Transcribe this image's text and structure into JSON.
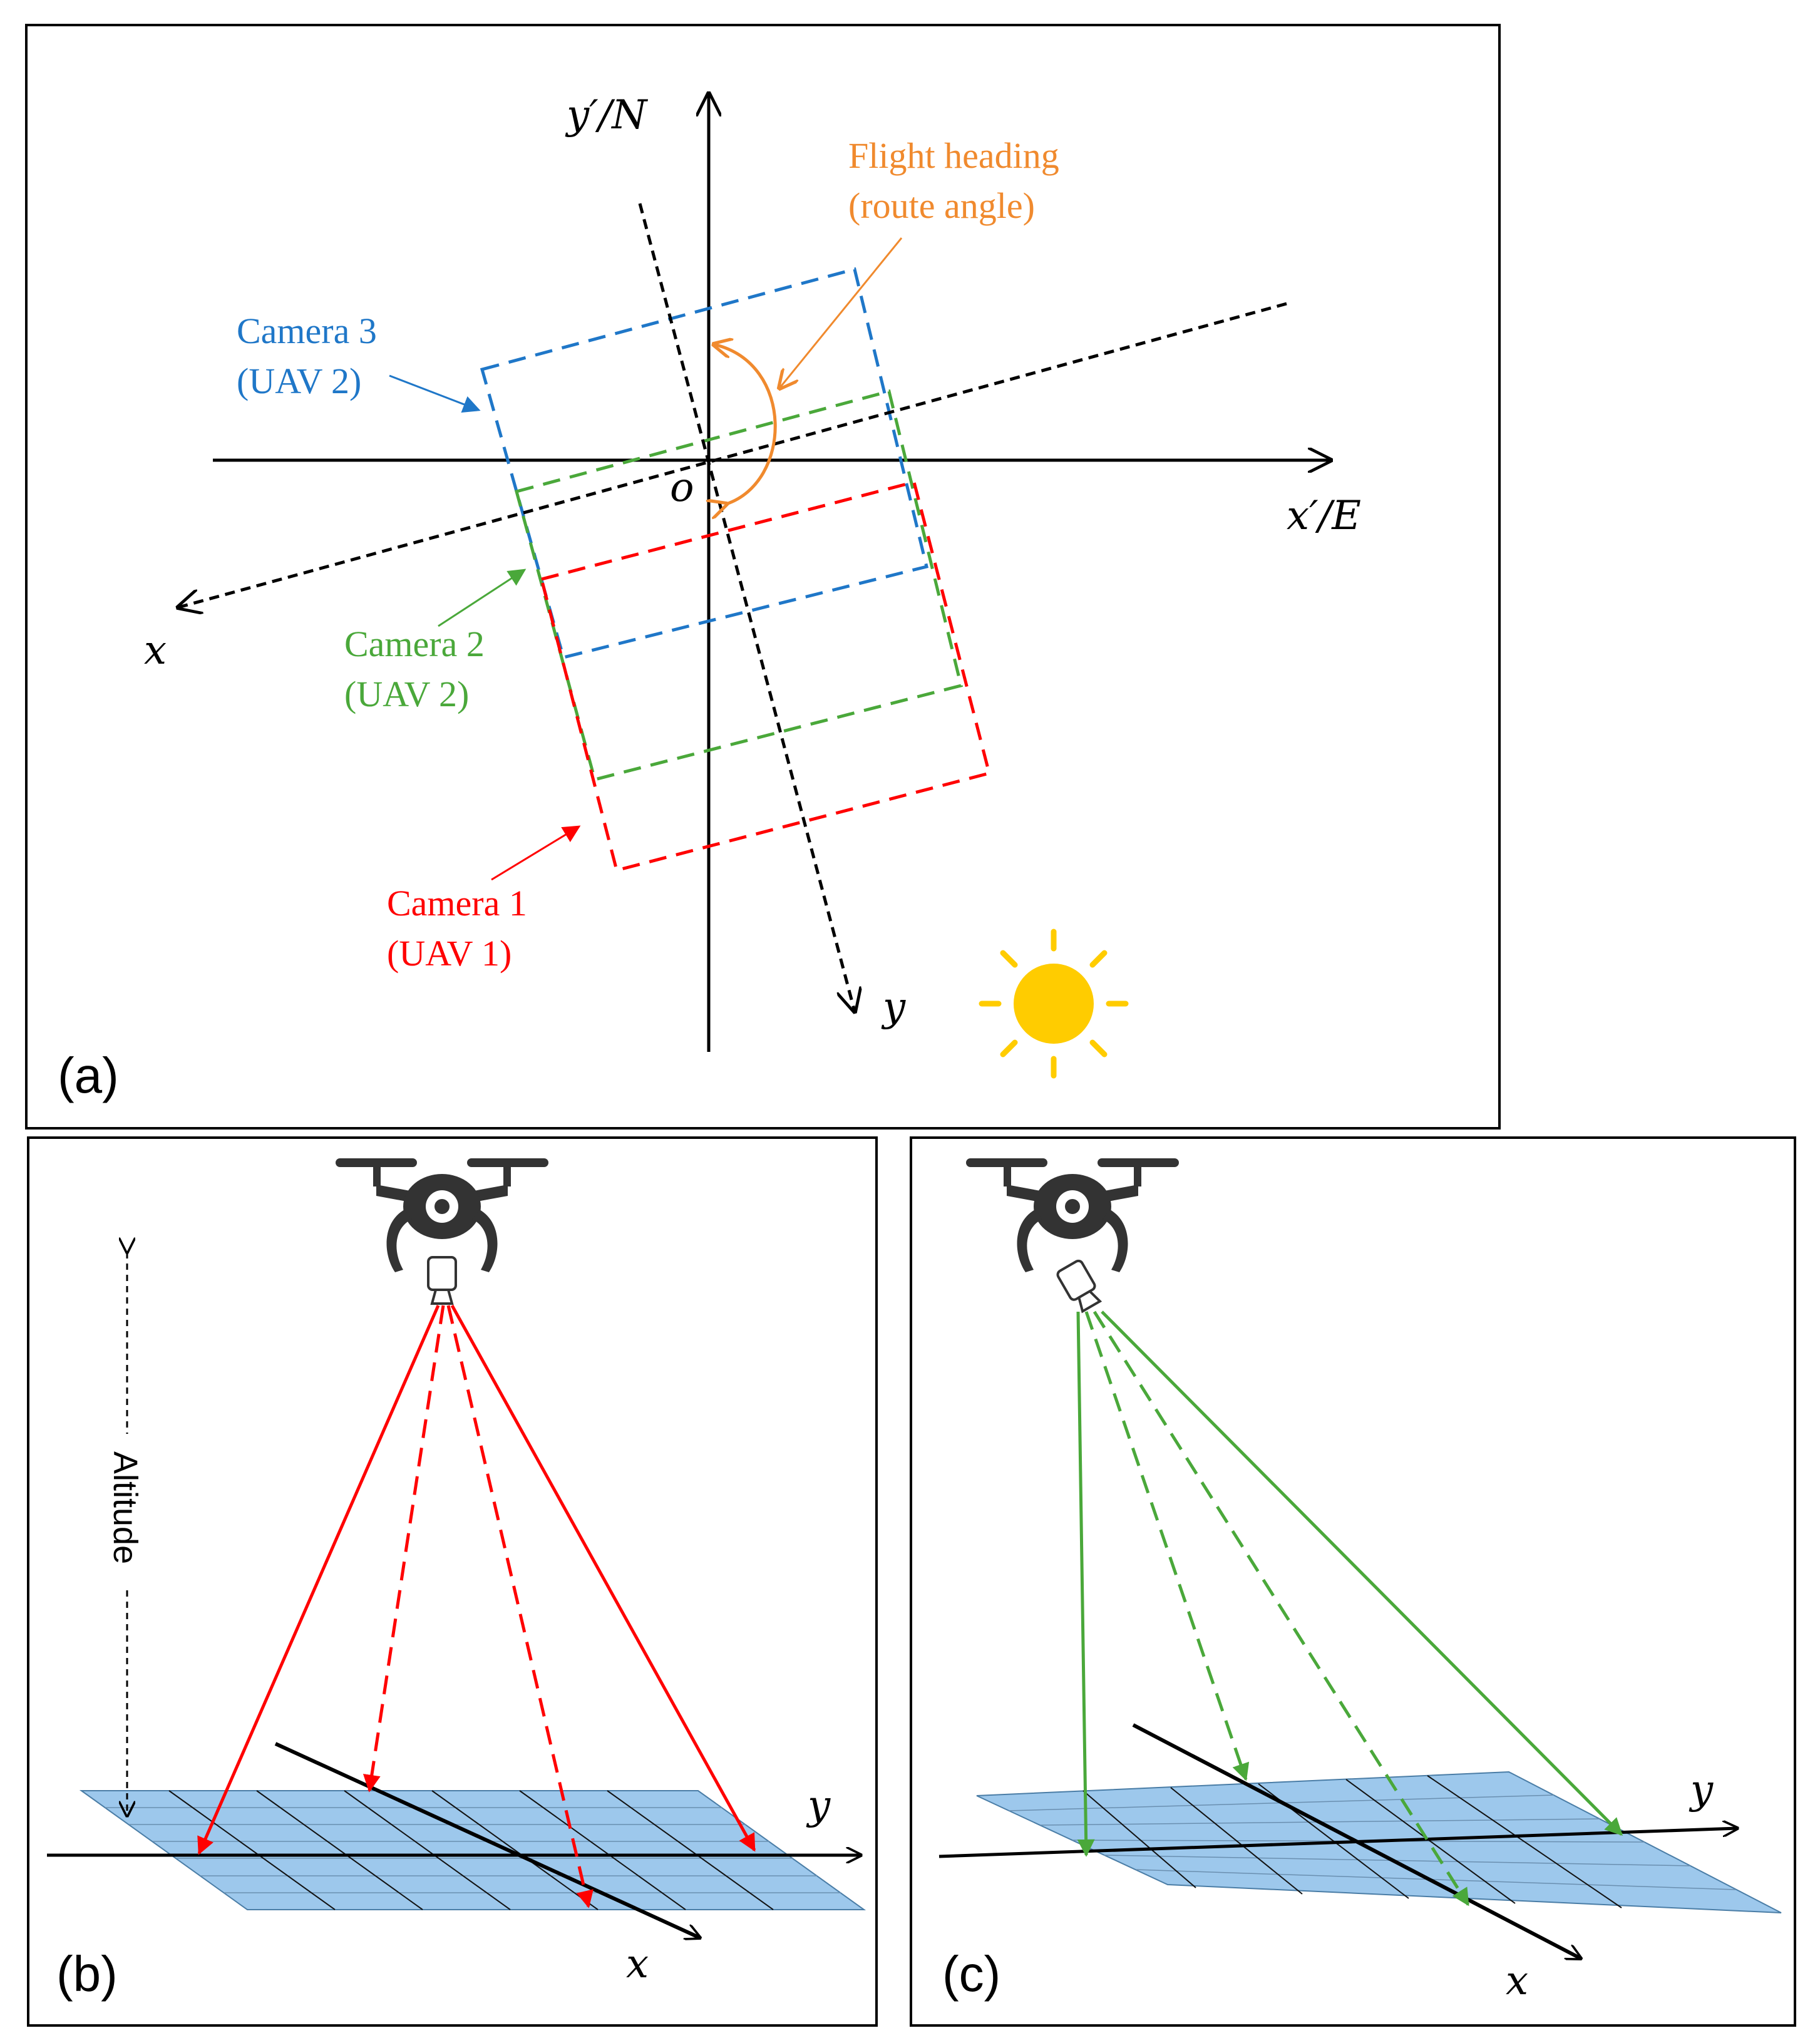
{
  "panel_a": {
    "label": "(a)",
    "axis_north_label": "y′/N",
    "axis_east_label": "x′/E",
    "origin_label": "o",
    "axis_x_label": "x",
    "axis_y_label": "y",
    "flight_heading_line1": "Flight heading",
    "flight_heading_line2": "(route angle)",
    "camera3_line1": "Camera 3",
    "camera3_line2": "(UAV 2)",
    "camera2_line1": "Camera 2",
    "camera2_line2": "(UAV 2)",
    "camera1_line1": "Camera 1",
    "camera1_line2": "(UAV 1)",
    "icons": [
      "sun-icon"
    ]
  },
  "panel_b": {
    "label": "(b)",
    "altitude_label": "Altitude",
    "axis_x_label": "x",
    "axis_y_label": "y",
    "icons": [
      "drone-icon",
      "camera-icon"
    ]
  },
  "panel_c": {
    "label": "(c)",
    "axis_x_label": "x",
    "axis_y_label": "y",
    "icons": [
      "drone-icon",
      "camera-icon"
    ]
  },
  "colors": {
    "camera1": "#ff0000",
    "camera2": "#4aa83a",
    "camera3": "#1f77c8",
    "heading": "#f08a2e",
    "ground": "#9dc8ec",
    "sun": "#ffcc00"
  }
}
